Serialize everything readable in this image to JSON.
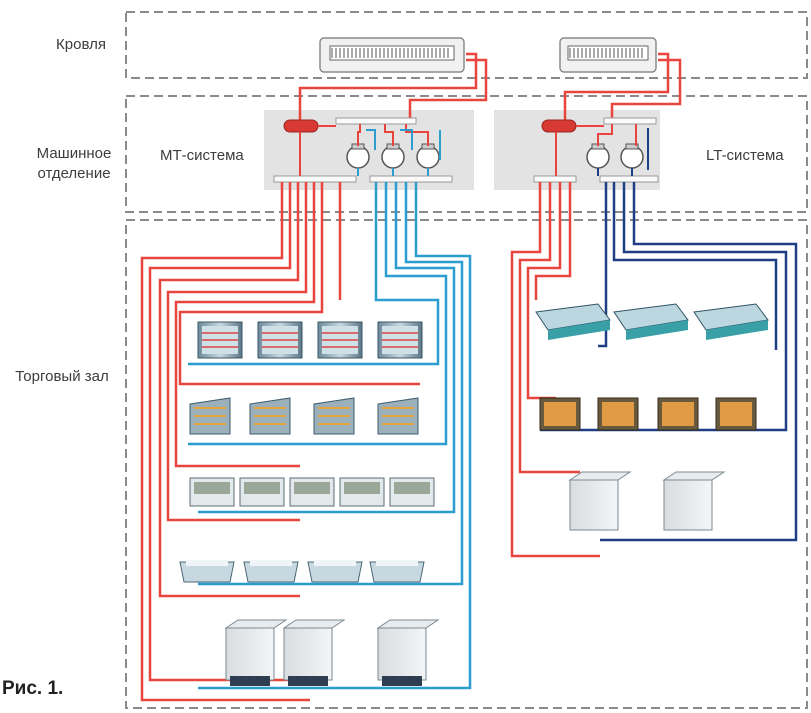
{
  "zones": {
    "roof": "Кровля",
    "machine_room_line1": "Машинное",
    "machine_room_line2": "отделение",
    "sales_floor": "Торговый зал"
  },
  "systems": {
    "mt": "МТ-система",
    "lt": "LT-система"
  },
  "caption": "Рис. 1.",
  "colors": {
    "red_line": "#e8453c",
    "blue_line": "#2b9dd0",
    "navy_line": "#1f3f84",
    "zone_border": "#888888",
    "machine_box": "#e2e2e2"
  },
  "icons": {
    "condenser": "condenser-unit-icon",
    "receiver": "receiver-tank-icon",
    "compressor": "compressor-icon",
    "upright_case": "upright-display-case-icon",
    "open_case": "open-display-case-icon",
    "service_case": "service-counter-icon",
    "chest_freezer": "island-freezer-icon",
    "cold_room": "cold-room-icon",
    "check_valve": "valve-icon"
  }
}
